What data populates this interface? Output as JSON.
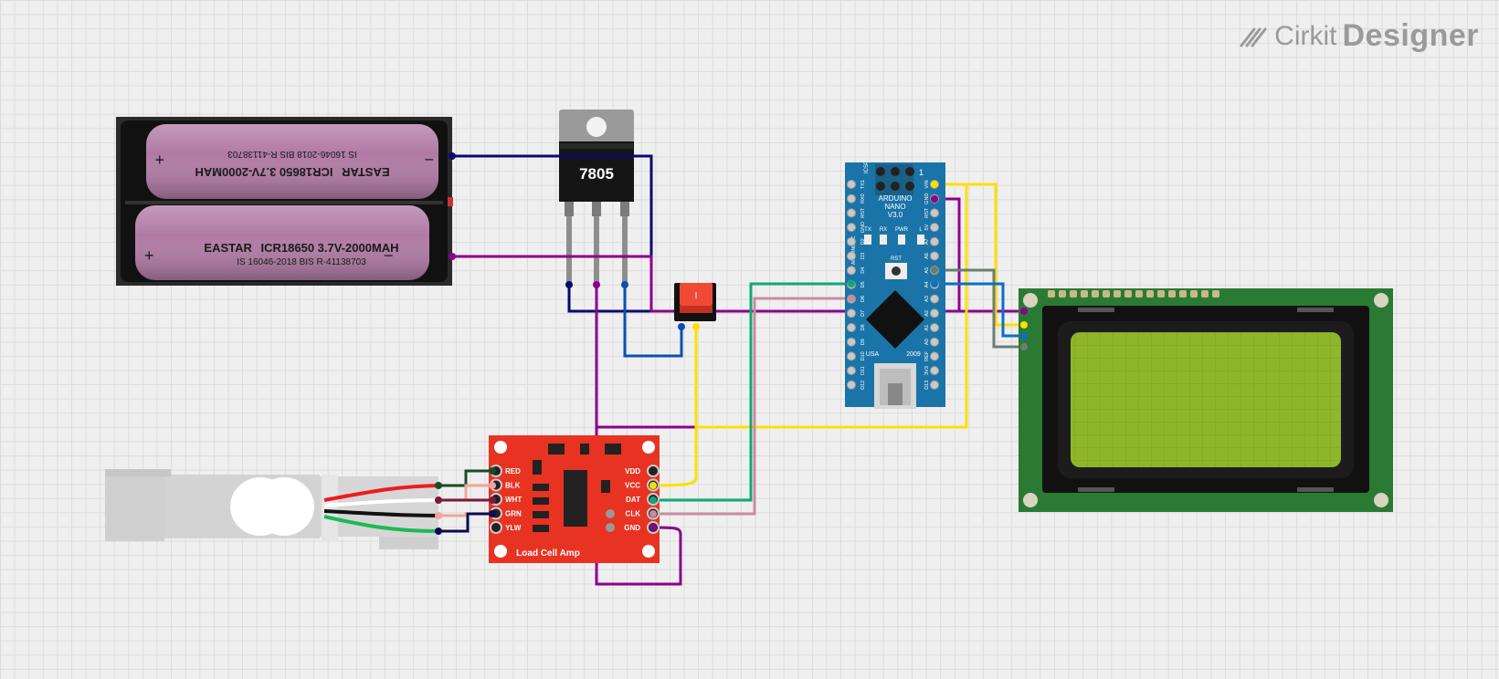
{
  "brand": {
    "name_light": "Cirkit",
    "name_bold": "Designer",
    "logo_icon": "cirkit-logo-icon"
  },
  "battery": {
    "cell_top": {
      "brand": "EASTAR",
      "spec": "ICR18650 3.7V-2000MAH",
      "std": "IS 16046-2018 BIS R-41138703"
    },
    "cell_bottom": {
      "brand": "EASTAR",
      "spec": "ICR18650 3.7V-2000MAH",
      "std": "IS 16046-2018 BIS R-41138703"
    },
    "plus": "+",
    "minus": "−"
  },
  "regulator": {
    "label": "7805"
  },
  "arduino": {
    "name": "ARDUINO",
    "model": "NANO",
    "version": "V3.0",
    "icsp": "ICSP",
    "pin1": "1",
    "rst": "RST",
    "usa": "USA",
    "year": "2009",
    "site": "ARDUINO.CC",
    "leds": [
      "TX",
      "RX",
      "PWR",
      "L"
    ],
    "left_pins": [
      "TX1",
      "RX0",
      "RST",
      "GND",
      "D2",
      "D3",
      "D4",
      "D5",
      "D6",
      "D7",
      "D8",
      "D9",
      "D10",
      "D11",
      "D12"
    ],
    "right_pins": [
      "VIN",
      "GND",
      "RST",
      "5V",
      "A7",
      "A6",
      "A5",
      "A4",
      "A3",
      "A2",
      "A1",
      "A0",
      "REF",
      "3V3",
      "D13"
    ]
  },
  "hx711": {
    "title": "Load Cell Amp",
    "left_pins": [
      "RED",
      "BLK",
      "WHT",
      "GRN",
      "YLW"
    ],
    "right_pins": [
      "VDD",
      "VCC",
      "DAT",
      "CLK",
      "GND"
    ]
  },
  "colors": {
    "wire_navy": "#0a0a6e",
    "wire_purple": "#8b008b",
    "wire_blue": "#0b4fb0",
    "wire_yellow": "#ffdf00",
    "wire_green": "#12a77a",
    "wire_pink": "#c98c9e",
    "wire_gray": "#6b7d70",
    "wire_dkgreen": "#1c4a2a",
    "wire_salmon": "#f2a49a",
    "arduino_blue": "#1b74a8",
    "hx711_red": "#e83322",
    "lcd_green": "#8fb52a",
    "pcb_green": "#2b7a34",
    "cell_purple": "#b07aa4",
    "switch_red": "#f04a36"
  }
}
